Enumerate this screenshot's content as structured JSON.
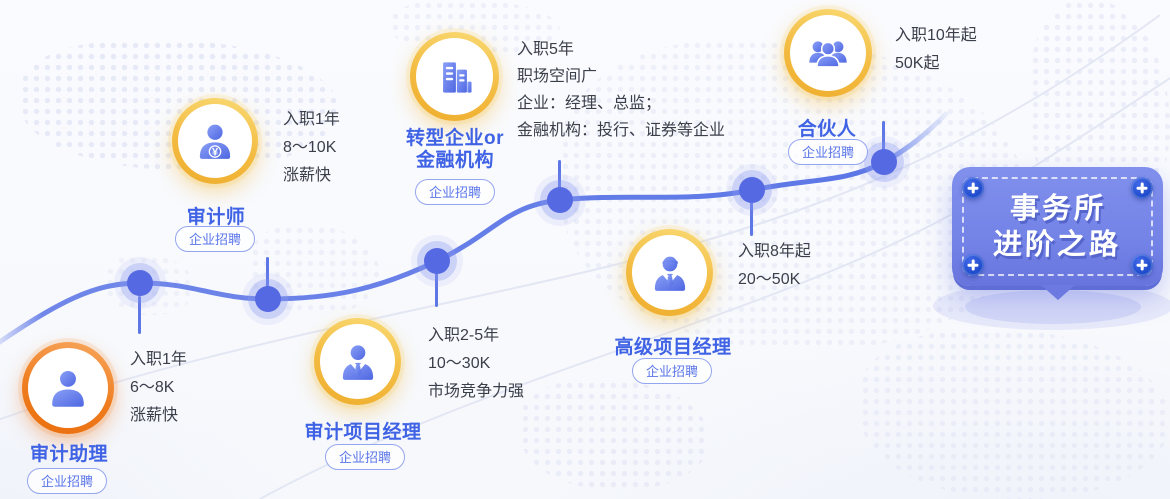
{
  "title_badge": {
    "line1": "事务所",
    "line2": "进阶之路"
  },
  "icons": {
    "yuan_glyph": "¥"
  },
  "milestones": [
    {
      "id": "audit-assistant",
      "title": "审计助理",
      "tag": "企业招聘",
      "icon": "person-icon",
      "desc": [
        "入职1年",
        "6～8K",
        "涨薪快"
      ]
    },
    {
      "id": "auditor",
      "title": "审计师",
      "tag": "企业招聘",
      "icon": "person-yuan-icon",
      "desc": [
        "入职1年",
        "8～10K",
        "涨薪快"
      ]
    },
    {
      "id": "audit-project-manager",
      "title": "审计项目经理",
      "tag": "企业招聘",
      "icon": "person-tie-icon",
      "desc": [
        "入职2-5年",
        "10～30K",
        "市场竞争力强"
      ]
    },
    {
      "id": "transform-enterprise-or-finance",
      "title": "转型企业or",
      "title2": "金融机构",
      "tag": "企业招聘",
      "icon": "buildings-icon",
      "desc": [
        "入职5年",
        "职场空间广",
        "企业：经理、总监；",
        "金融机构：投行、证券等企业"
      ]
    },
    {
      "id": "senior-project-manager",
      "title": "高级项目经理",
      "tag": "企业招聘",
      "icon": "person-suit-icon",
      "desc": [
        "入职8年起",
        "20～50K"
      ]
    },
    {
      "id": "partner",
      "title": "合伙人",
      "tag": "企业招聘",
      "icon": "people-group-icon",
      "desc": [
        "入职10年起",
        "50K起"
      ]
    }
  ],
  "colors": {
    "accent_blue": "#5c77e6",
    "title_blue": "#3f63e4",
    "ring_gold": "#f3bb41",
    "ring_orange": "#ee7414",
    "badge_fill": "#7583e8",
    "badge_screw": "#1c49c9",
    "desc_text": "#3b3f4a"
  }
}
